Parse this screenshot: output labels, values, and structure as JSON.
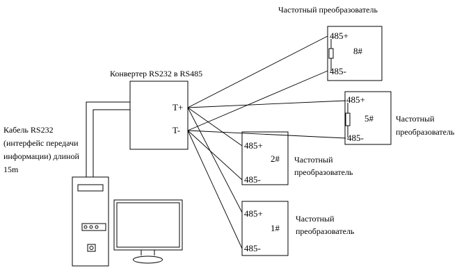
{
  "converter": {
    "title": "Конвертер RS232 в RS485",
    "t_plus": "T+",
    "t_minus": "T-"
  },
  "cable": {
    "lines": [
      "Кабель RS232",
      "(интерфейс передачи",
      "информации) длиной",
      "15m"
    ]
  },
  "inverters": [
    {
      "id": "inv8",
      "number": "8#",
      "plus": "485+",
      "minus": "485-",
      "label_lines": [
        "Частотный преобразователь"
      ]
    },
    {
      "id": "inv5",
      "number": "5#",
      "plus": "485+",
      "minus": "485-",
      "label_lines": [
        "Частотный",
        "преобразователь"
      ]
    },
    {
      "id": "inv2",
      "number": "2#",
      "plus": "485+",
      "minus": "485-",
      "label_lines": [
        "Частотный",
        "преобразователь"
      ]
    },
    {
      "id": "inv1",
      "number": "1#",
      "plus": "485+",
      "minus": "485-",
      "label_lines": [
        "Частотный",
        "преобразователь"
      ]
    }
  ],
  "icons": [
    "computer-tower-icon",
    "monitor-icon",
    "terminating-resistor-icon"
  ]
}
